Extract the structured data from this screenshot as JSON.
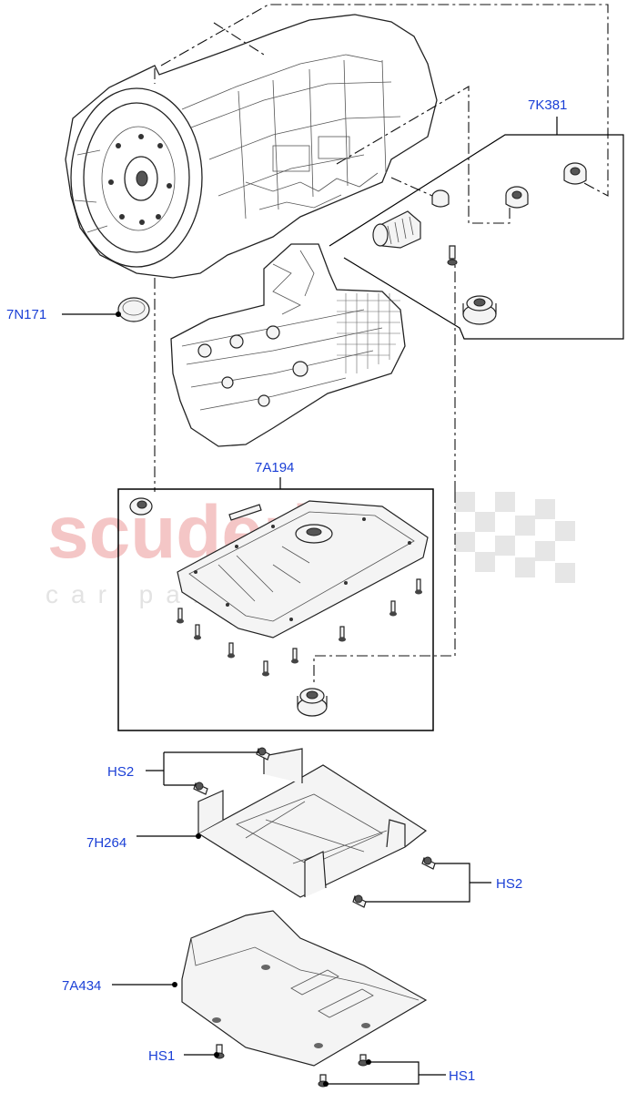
{
  "watermark": {
    "main": "scuderia",
    "sub": "car parts",
    "color": "#f4c6c6"
  },
  "label_color": "#1a3fd6",
  "callouts": {
    "k381": "7K381",
    "n171": "7N171",
    "a194": "7A194",
    "hs2_top": "HS2",
    "h264": "7H264",
    "hs2_right": "HS2",
    "a434": "7A434",
    "hs1_left": "HS1",
    "hs1_right": "HS1"
  }
}
